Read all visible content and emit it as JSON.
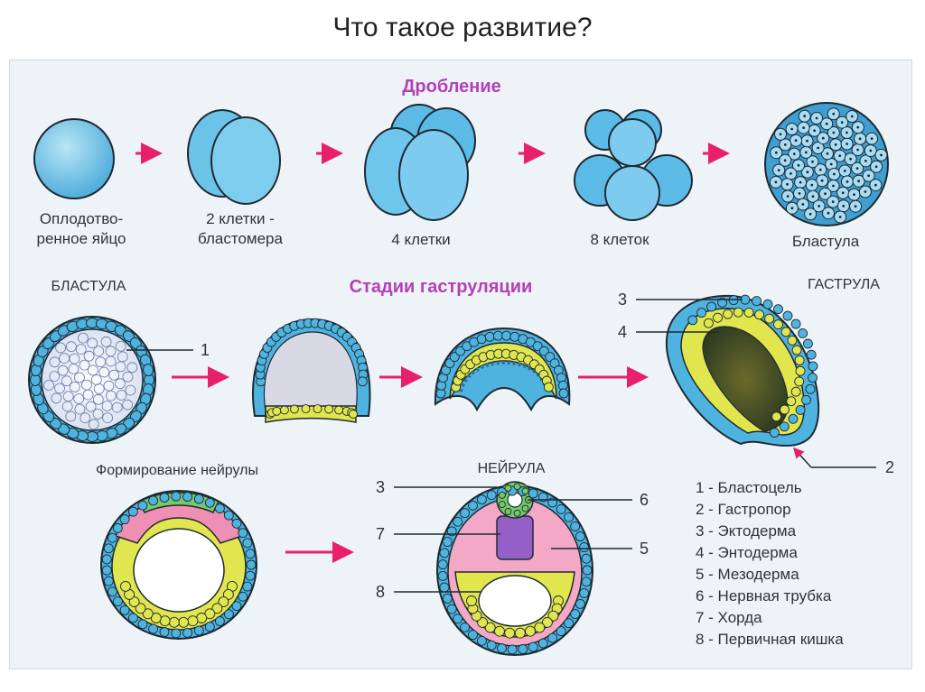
{
  "slide": {
    "title": "Что такое развитие?"
  },
  "colors": {
    "panel_bg": "#eef3f7",
    "cell_blue": "#5bbde4",
    "cell_blue_light": "#a9dcf2",
    "cell_blue_dark": "#2f8fbf",
    "ectoderm": "#4fb3df",
    "endoderm": "#e1e64e",
    "mesoderm": "#ef8fb3",
    "mesoderm_strong": "#e2459a",
    "neural": "#76c96a",
    "notochord": "#9460c7",
    "arrow": "#e81f6a",
    "heading": "#b440b8",
    "label": "#333333"
  },
  "headings": {
    "cleavage": "Дробление",
    "gastrulation": "Стадии гаструляции",
    "neurulation": "Формирование нейрулы"
  },
  "cleavage": [
    {
      "line1": "Оплодотво-",
      "line2": "ренное яйцо"
    },
    {
      "line1": "2 клетки -",
      "line2": "бластомера"
    },
    {
      "line1": "4 клетки",
      "line2": ""
    },
    {
      "line1": "8 клеток",
      "line2": ""
    },
    {
      "line1": "Бластула",
      "line2": ""
    }
  ],
  "stage_labels": {
    "blastula": "БЛАСТУЛА",
    "gastrula": "ГАСТРУЛА",
    "neurula": "НЕЙРУЛА"
  },
  "callouts": {
    "blastula_1": "1",
    "gastrula_2": "2",
    "gastrula_3": "3",
    "gastrula_4": "4",
    "neurula_3": "3",
    "neurula_5": "5",
    "neurula_6": "6",
    "neurula_7": "7",
    "neurula_8": "8"
  },
  "legend": [
    "1 - Бластоцель",
    "2 - Гастропор",
    "3 - Эктодерма",
    "4 - Энтодерма",
    "5 - Мезодерма",
    "6 - Нервная трубка",
    "7 - Хорда",
    "8 - Первичная кишка"
  ]
}
